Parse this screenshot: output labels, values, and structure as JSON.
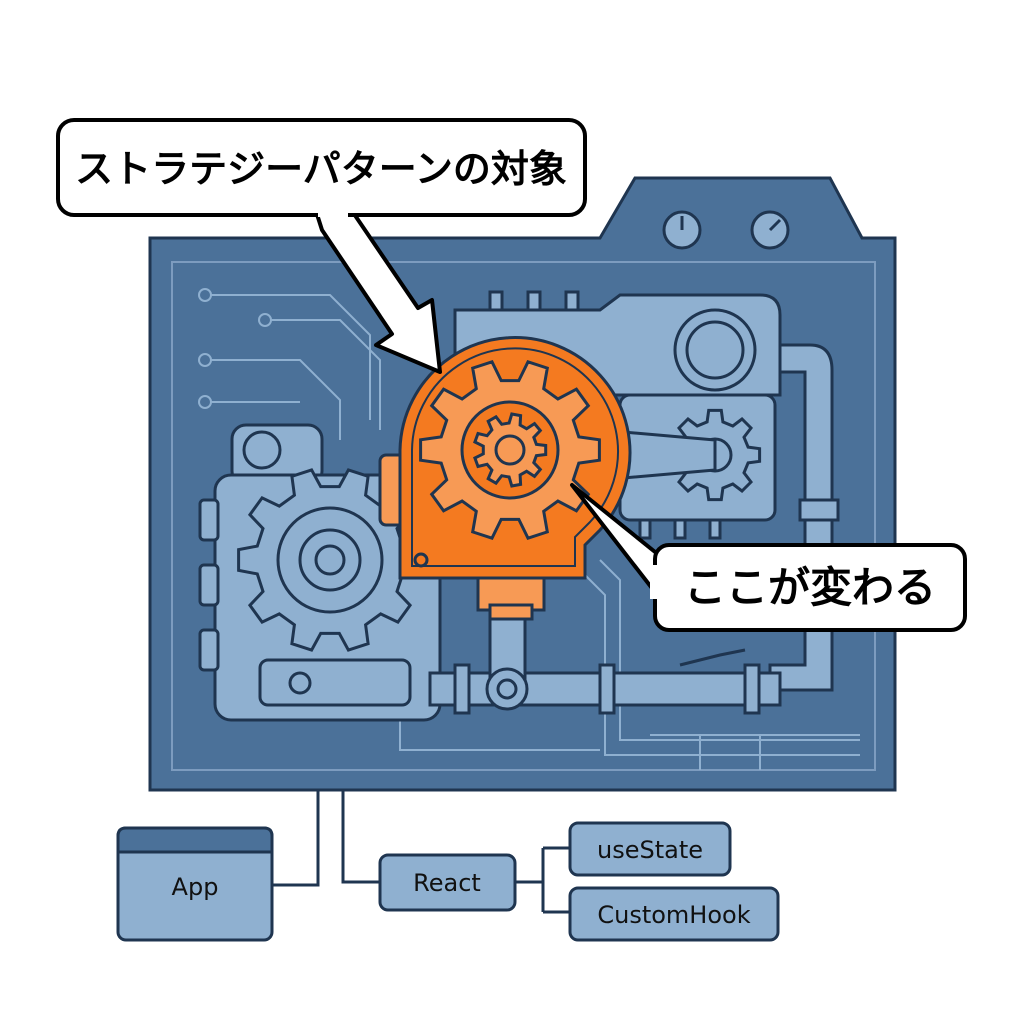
{
  "callouts": {
    "strategy_target": "ストラテジーパターンの対象",
    "changes_here": "ここが変わる"
  },
  "tree": {
    "app": "App",
    "react": "React",
    "use_state": "useState",
    "custom_hook": "CustomHook"
  },
  "colors": {
    "panel": "#4b7199",
    "part": "#8fb0d0",
    "outline": "#1f3550",
    "accent": "#f47a20",
    "accent_light": "#f79a55"
  }
}
